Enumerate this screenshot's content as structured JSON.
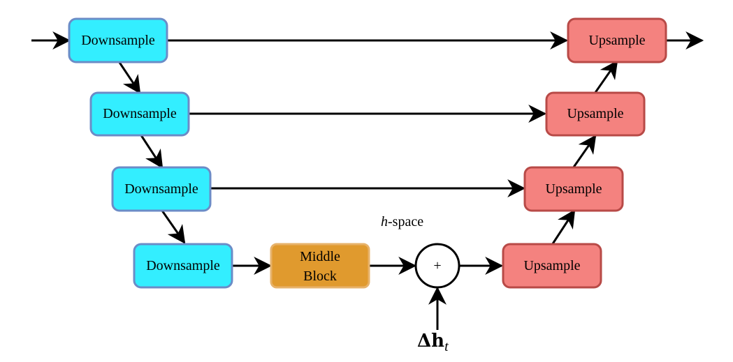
{
  "nodes": {
    "down1": "Downsample",
    "down2": "Downsample",
    "down3": "Downsample",
    "down4": "Downsample",
    "middle_line1": "Middle",
    "middle_line2": "Block",
    "plus": "+",
    "up1": "Upsample",
    "up2": "Upsample",
    "up3": "Upsample",
    "up4": "Upsample"
  },
  "labels": {
    "hspace_h": "h",
    "hspace_rest": "-space",
    "delta_main": "Δh",
    "delta_sub": "t"
  },
  "colors": {
    "downsample_fill": "#33eeff",
    "downsample_stroke": "#6b8cc7",
    "upsample_fill": "#f4827f",
    "upsample_stroke": "#b84a47",
    "middle_fill": "#e09a2e",
    "middle_stroke": "#e7b26a",
    "edge": "#000000"
  }
}
